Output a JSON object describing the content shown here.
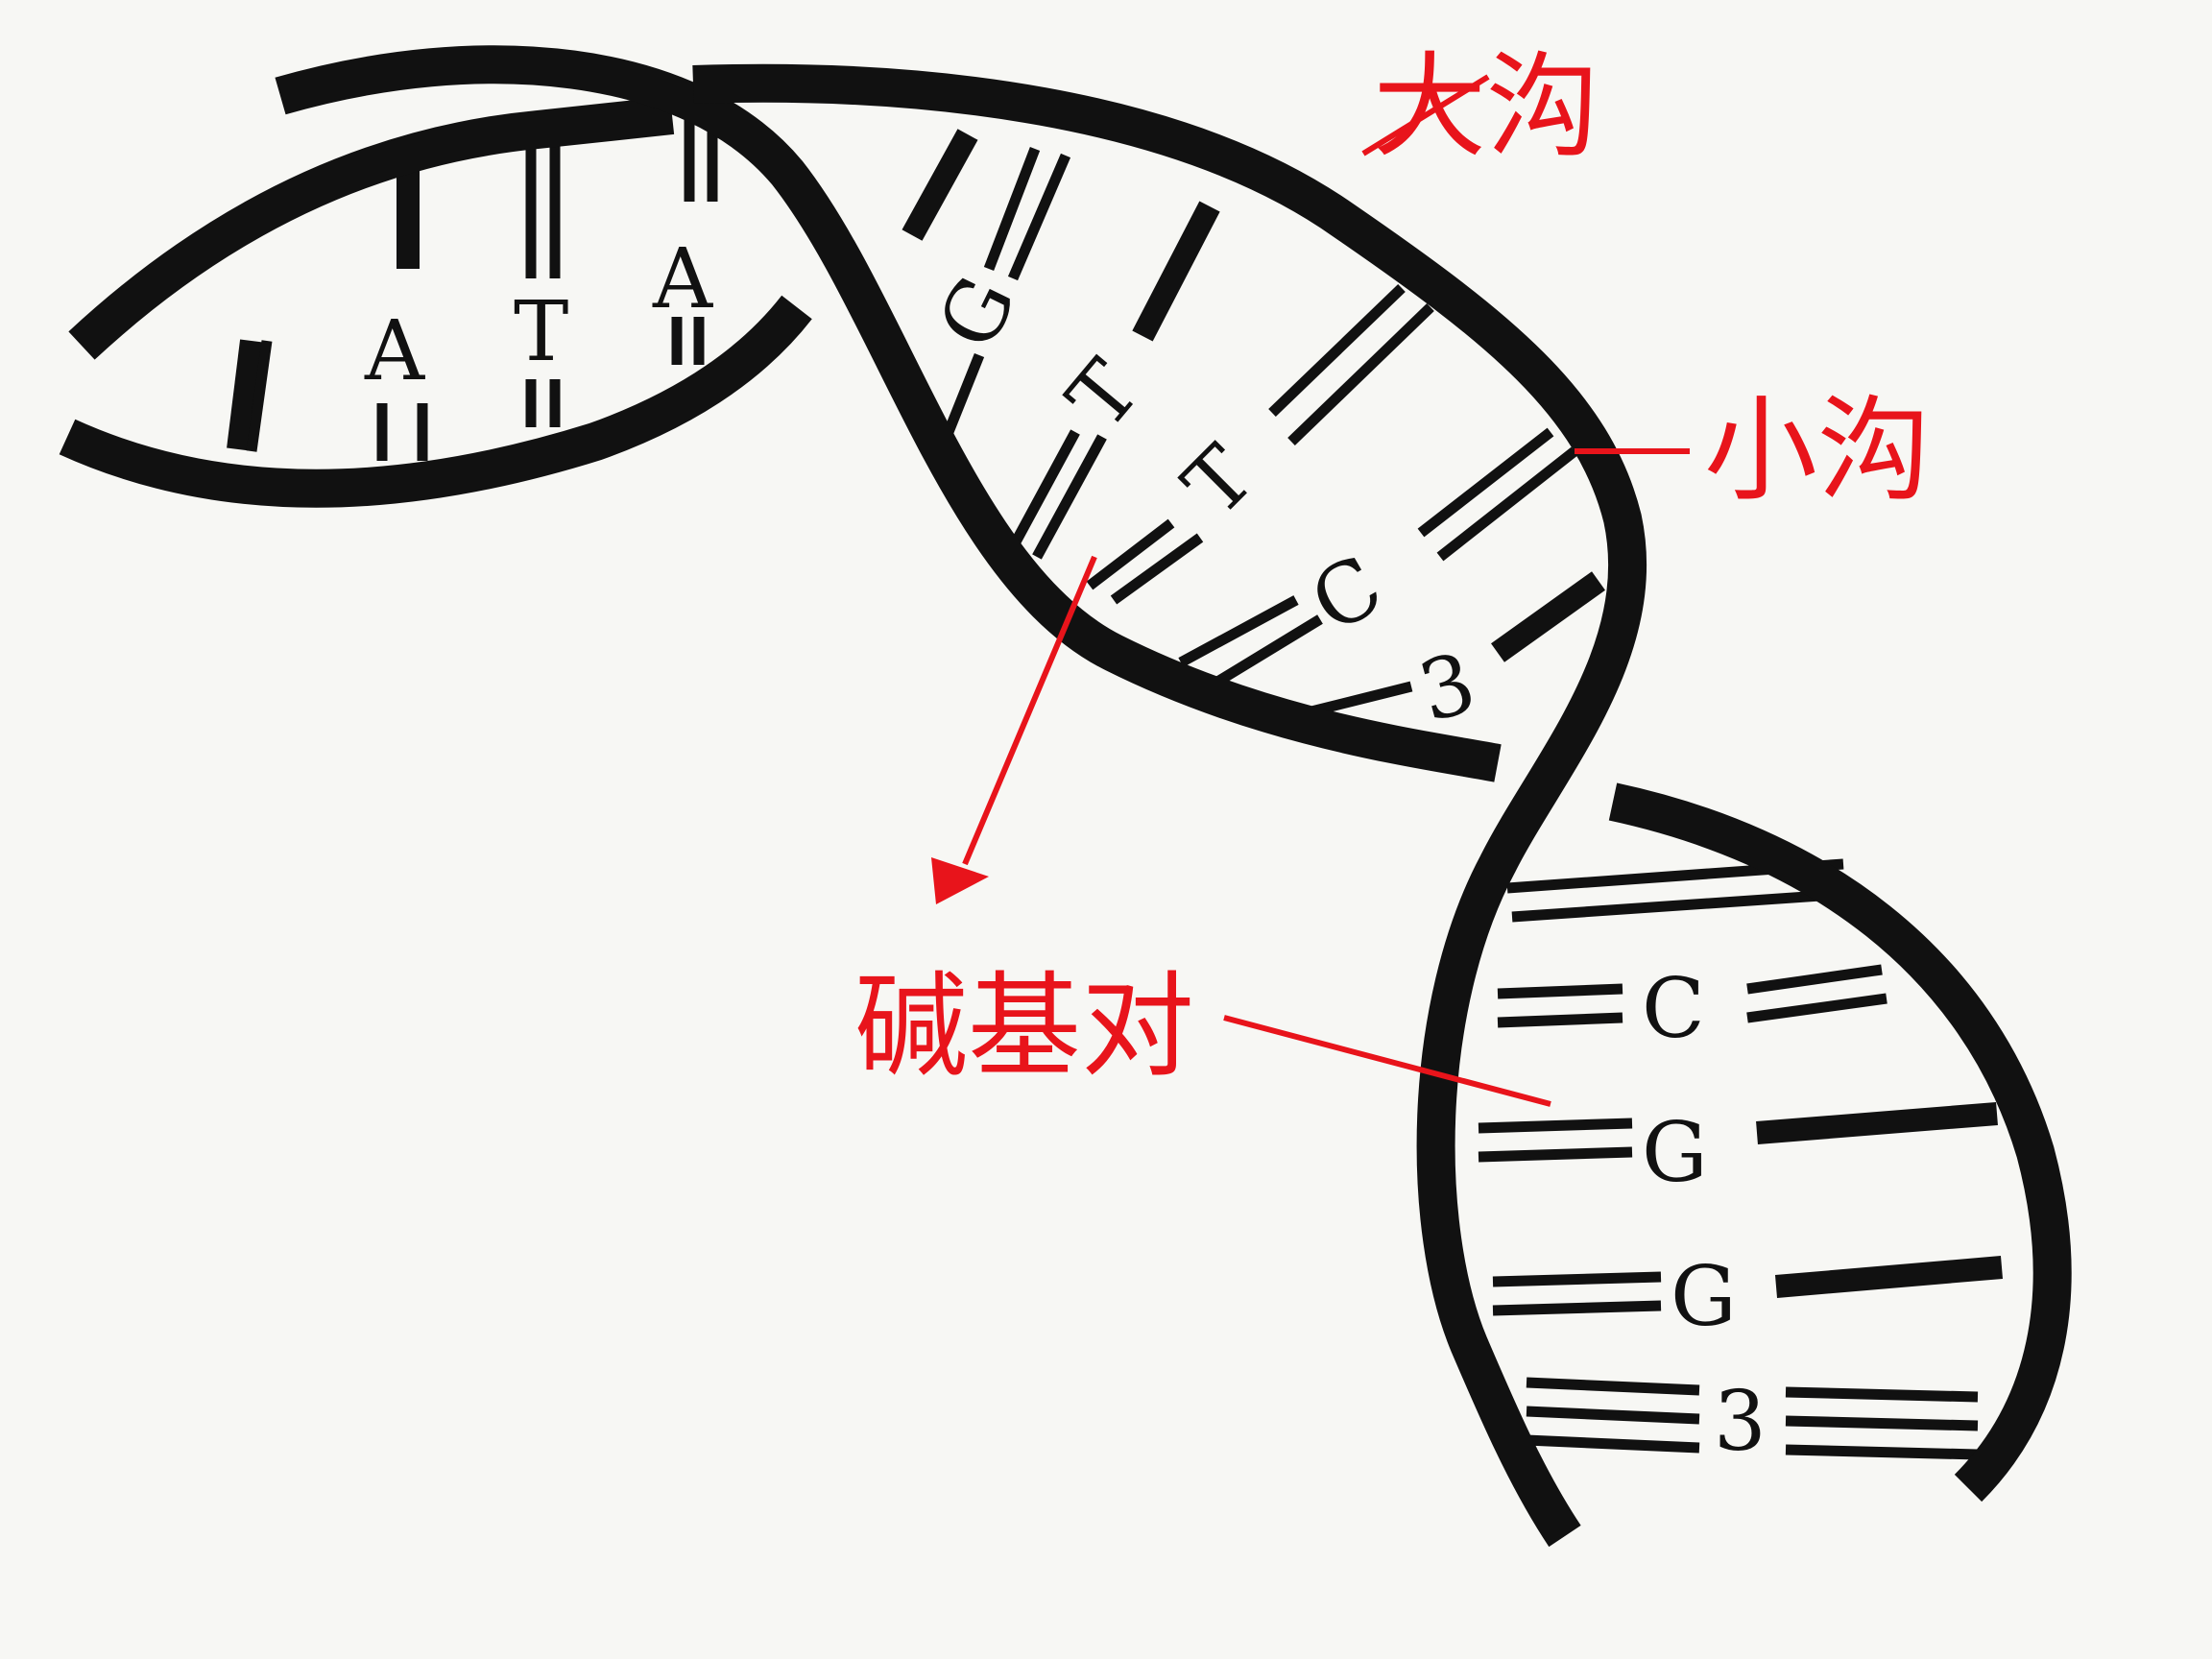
{
  "bases": [
    "A",
    "T",
    "A",
    "G",
    "T",
    "T",
    "C",
    "3",
    "C",
    "G",
    "G",
    "3"
  ],
  "labels": {
    "major_groove": "大沟",
    "minor_groove": "小沟",
    "base_pair": "碱基对"
  },
  "colors": {
    "strand": "#111111",
    "annotation": "#e8141b",
    "background": "#f7f7f4"
  }
}
